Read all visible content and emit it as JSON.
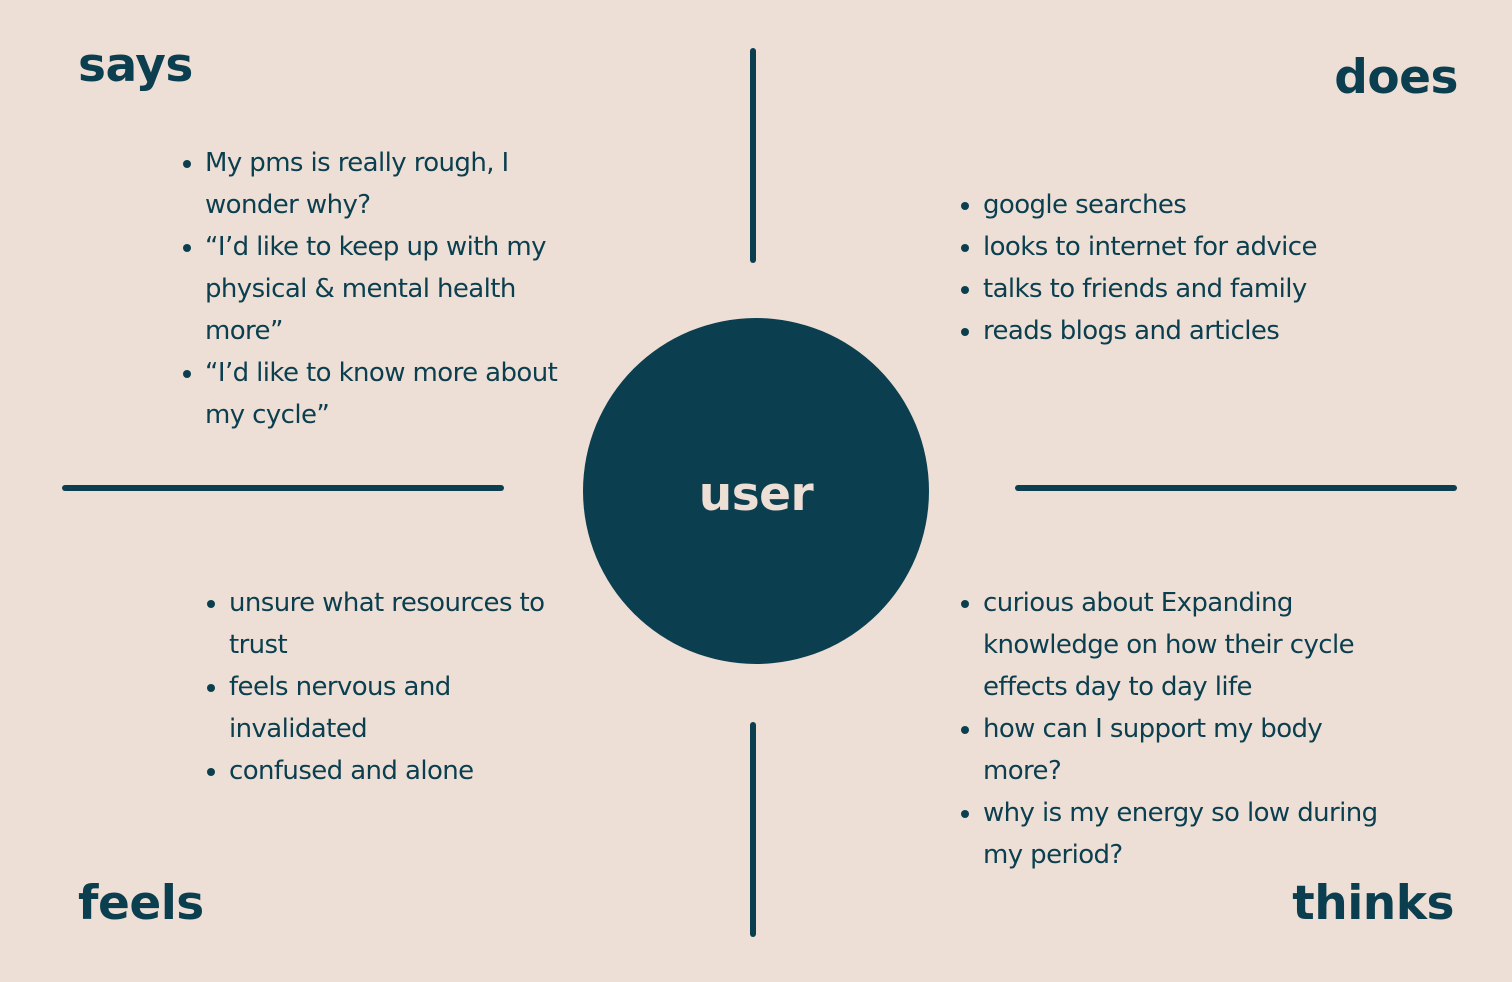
{
  "center": {
    "label": "user"
  },
  "colors": {
    "background": "#eddfd6",
    "primary": "#0b3f4f",
    "center_text": "#eddfd6"
  },
  "quadrants": {
    "says": {
      "title": "says",
      "items": [
        "My pms is really rough, I wonder why?",
        "“I’d like to keep up with my physical & mental health more”",
        "“I’d like to know more about my cycle”"
      ]
    },
    "does": {
      "title": "does",
      "items": [
        "google searches",
        "looks to internet for advice",
        "talks to friends and family",
        "reads blogs and articles"
      ]
    },
    "feels": {
      "title": "feels",
      "items": [
        "unsure what resources to trust",
        "feels nervous and invalidated",
        "confused and alone"
      ]
    },
    "thinks": {
      "title": "thinks",
      "items": [
        "curious about Expanding knowledge on how their cycle effects day to day life",
        "how can I support my body more?",
        "why is my energy so low during my period?"
      ]
    }
  }
}
